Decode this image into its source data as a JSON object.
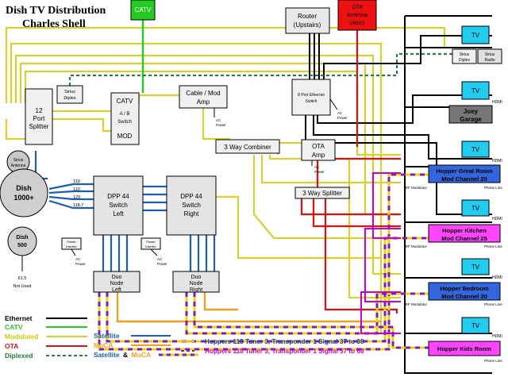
{
  "title": {
    "line1": "Dish TV Distribution",
    "line2": "Charles Shell"
  },
  "nodes": {
    "catv_source": "CATV",
    "router": [
      "Router",
      "(Upstairs)"
    ],
    "ota_antenna": [
      "OTA",
      "Antenna",
      "(Attic)"
    ],
    "sirius_diplex_top": [
      "Sirius",
      "Diplex"
    ],
    "sirius_radio": [
      "Sirius",
      "Radio"
    ],
    "sirius_diplex_left": [
      "Sirius",
      "Diplex"
    ],
    "port_splitter": [
      "12",
      "Port",
      "Splitter"
    ],
    "sirius_antenna": [
      "Sirius",
      "Antenna"
    ],
    "catv_switch": [
      "CATV",
      "A / B",
      "Switch",
      "MOD"
    ],
    "cable_mod_amp": [
      "Cable / Mod",
      "Amp"
    ],
    "ethernet_switch": [
      "8 Port Ethernet",
      "Switch"
    ],
    "combiner": "3 Way Combiner",
    "ota_amp": [
      "OTA",
      "Amp"
    ],
    "splitter3": "3 Way Splitter",
    "dish1000": [
      "Dish",
      "1000+"
    ],
    "dish500": [
      "Dish",
      "500"
    ],
    "dish500_note": [
      "61.5",
      "Not Used"
    ],
    "dish_feeds": [
      "119",
      "110",
      "129",
      "118.7"
    ],
    "dpp_left": [
      "DPP 44",
      "Switch",
      "Left"
    ],
    "dpp_right": [
      "DPP 44",
      "Switch",
      "Right"
    ],
    "duo_left": [
      "Duo",
      "Node",
      "Left"
    ],
    "duo_right": [
      "Duo",
      "Node",
      "Right"
    ],
    "power_inserter": [
      "Power",
      "Inserter"
    ],
    "ac_power": [
      "AC",
      "Power"
    ],
    "tv": "TV",
    "hdmi": "HDMI",
    "phone_line": "Phone Line",
    "rf_modulator": "RF Modulator",
    "joey": [
      "Joey",
      "Garage"
    ],
    "hopper_great": [
      "Hopper Great Room",
      "Mod Channel 20"
    ],
    "hopper_kitchen": [
      "Hopper Kitchen",
      "Mod Channel 25"
    ],
    "hopper_bedroom": [
      "Hopper Bedroom",
      "Mod Channel 30"
    ],
    "hopper_kids": "Hopper Kids Room"
  },
  "legend": {
    "ethernet": "Ethernet",
    "catv": "CATV",
    "modulated": "Modulated",
    "ota": "OTA",
    "diplexed": "Diplexed",
    "satellite": "Satellite",
    "moca": "MoCA",
    "satellite_moca_a": "Satellite",
    "satellite_moca_and": "&",
    "satellite_moca_b": "MoCA",
    "hoppers_line1": "Hoppers 118 Tuner 3, Transponder 1 Signal 37 to 38",
    "hoppers_line2": "Hoppers 118 Tuner 3, Transponder 1 Signal 57 to 68"
  },
  "colors": {
    "ethernet": "#000000",
    "catv": "#22cc22",
    "modulated": "#d8d030",
    "ota": "#dd1111",
    "satellite": "#1a5fb4",
    "moca": "#f0a020",
    "hopper_purple": "#7a1fbf",
    "hopper_magenta": "#cc00cc",
    "tv_cyan": "#22ccee",
    "hopper_blue": "#3366dd",
    "joey_gray": "#777777"
  }
}
